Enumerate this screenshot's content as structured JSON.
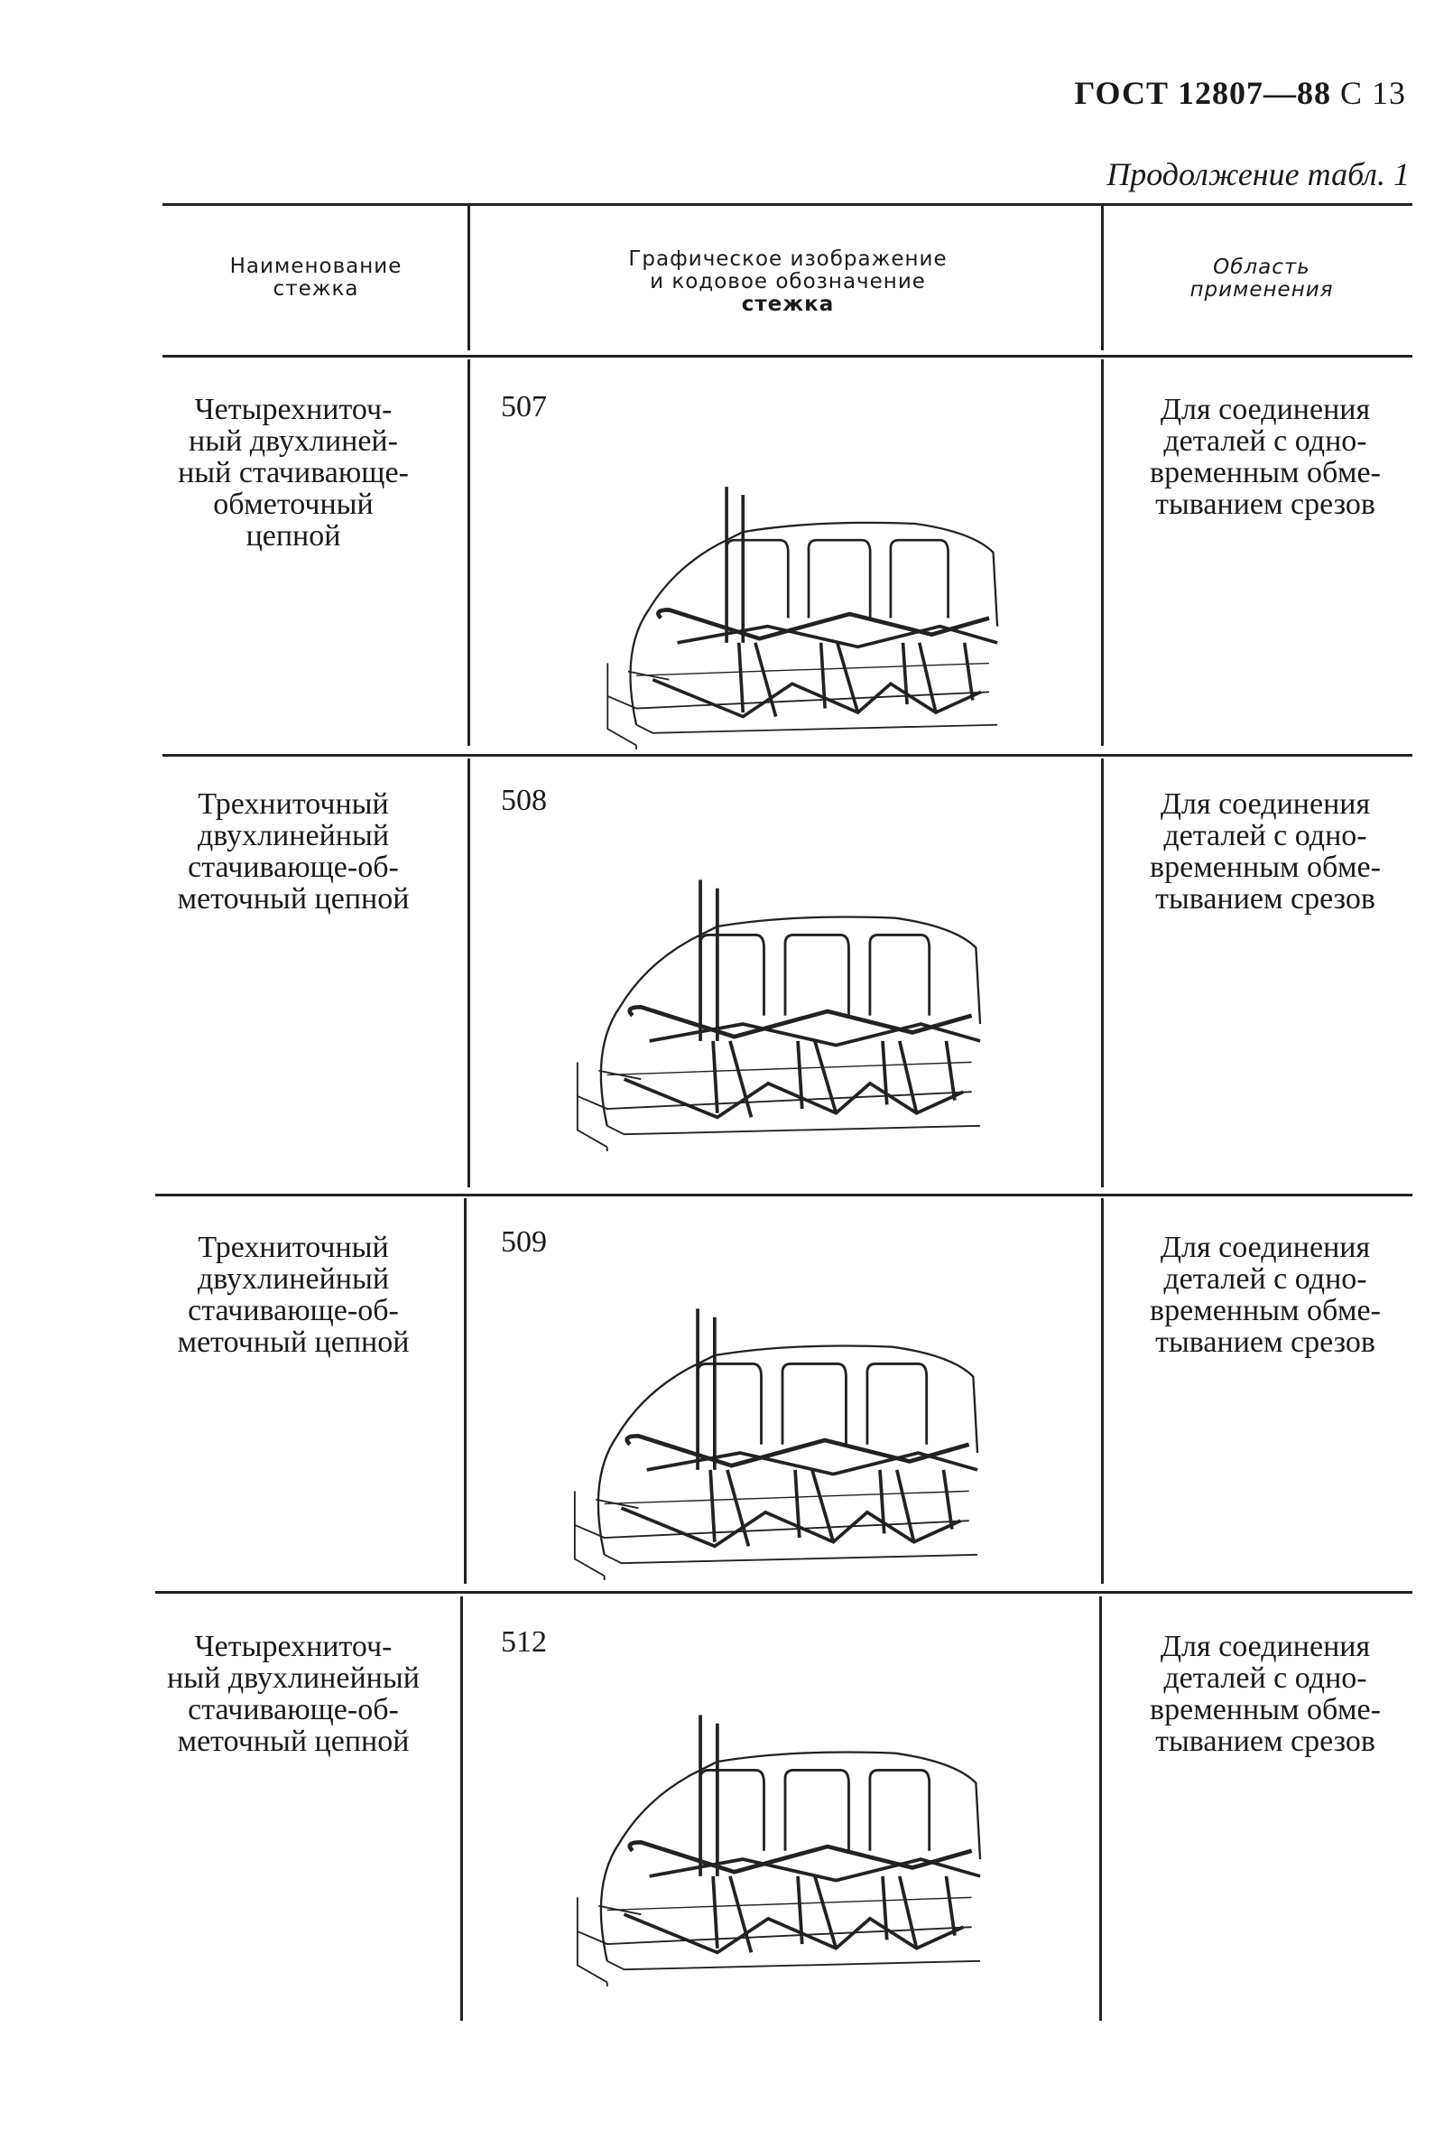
{
  "header": {
    "title": "ГОСТ 12807—88",
    "page": "С 13",
    "continuation": "Продолжение табл. 1"
  },
  "columns": [
    {
      "lines": [
        "Наименование",
        "стежка"
      ]
    },
    {
      "lines": [
        "Графическое изображение",
        "и кодовое обозначение",
        "стежка"
      ]
    },
    {
      "lines": [
        "Область",
        "применения"
      ]
    }
  ],
  "rows": [
    {
      "name_lines": [
        "Четырехниточ-",
        "ный двухлиней-",
        "ный стачивающе-",
        "обметочный",
        "цепной"
      ],
      "code": "507",
      "application_lines": [
        "Для соединения",
        "деталей с одно-",
        "временным обме-",
        "тыванием срезов"
      ]
    },
    {
      "name_lines": [
        "Трехниточный",
        "двухлинейный",
        "стачивающе-об-",
        "меточный цепной"
      ],
      "code": "508",
      "application_lines": [
        "Для соединения",
        "деталей с одно-",
        "временным обме-",
        "тыванием срезов"
      ]
    },
    {
      "name_lines": [
        "Трехниточный",
        "двухлинейный",
        "стачивающе-об-",
        "меточный цепной"
      ],
      "code": "509",
      "application_lines": [
        "Для соединения",
        "деталей с одно-",
        "временным обме-",
        "тыванием срезов"
      ]
    },
    {
      "name_lines": [
        "Четырехниточ-",
        "ный двухлинейный",
        "стачивающе-об-",
        "меточный цепной"
      ],
      "code": "512",
      "application_lines": [
        "Для соединения",
        "деталей с одно-",
        "временным обме-",
        "тыванием срезов"
      ]
    }
  ]
}
